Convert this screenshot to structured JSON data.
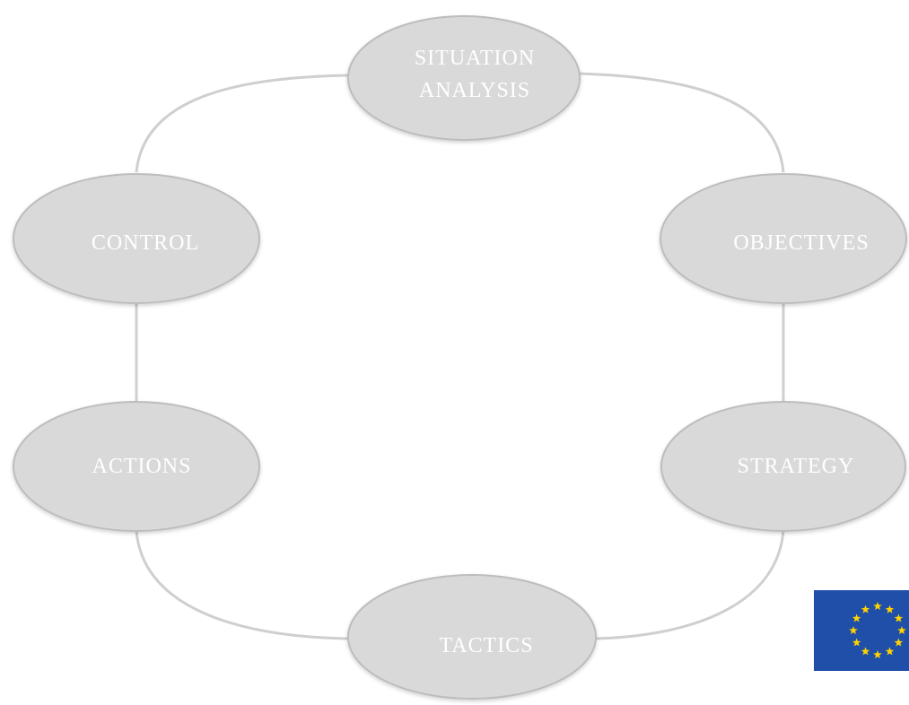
{
  "nodes": {
    "situation_analysis": {
      "line1": "SITUATION",
      "line2": "ANALYSIS"
    },
    "objectives": {
      "label": "OBJECTIVES"
    },
    "strategy": {
      "label": "STRATEGY"
    },
    "tactics": {
      "label": "TACTICS"
    },
    "actions": {
      "label": "ACTIONS"
    },
    "control": {
      "label": "CONTROL"
    }
  },
  "colors": {
    "node_fill": "#d9d9d9",
    "node_stroke": "#bdbdbd",
    "connector": "#cfcfcf",
    "label": "#ffffff",
    "flag_blue": "#1f4fa8",
    "flag_star": "#ffd200"
  },
  "icons": {
    "flag": "eu-flag-icon"
  }
}
